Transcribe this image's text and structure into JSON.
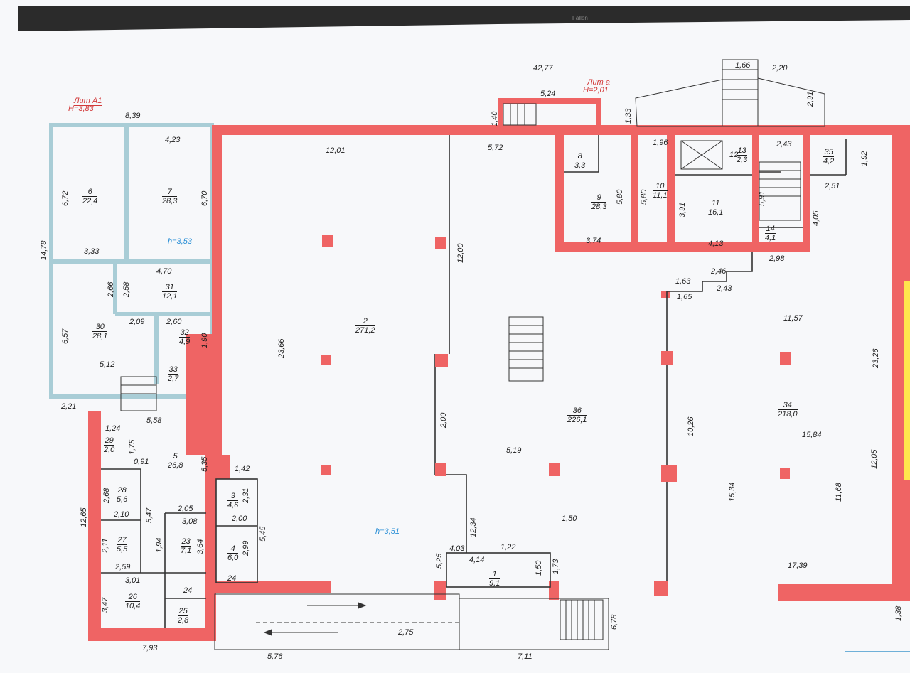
{
  "top_banner_text": "Fallen",
  "heights": {
    "a1": "h=3,53",
    "main": "h=3,51"
  },
  "lit_a1": {
    "name": "Лит А1",
    "h": "H=3,83"
  },
  "lit_a": {
    "name": "Лит а",
    "h": "H=2,01"
  },
  "rooms": [
    {
      "num": "2",
      "area": "271,2"
    },
    {
      "num": "36",
      "area": "226,1"
    },
    {
      "num": "34",
      "area": "218,0"
    },
    {
      "num": "6",
      "area": "22,4"
    },
    {
      "num": "7",
      "area": "28,3"
    },
    {
      "num": "30",
      "area": "28,1"
    },
    {
      "num": "31",
      "area": "12,1"
    },
    {
      "num": "32",
      "area": "4,9"
    },
    {
      "num": "33",
      "area": "2,7"
    },
    {
      "num": "5",
      "area": "26,8"
    },
    {
      "num": "29",
      "area": "2,0"
    },
    {
      "num": "28",
      "area": "5,6"
    },
    {
      "num": "27",
      "area": "5,5"
    },
    {
      "num": "23",
      "area": "7,1"
    },
    {
      "num": "26",
      "area": "10,4"
    },
    {
      "num": "25",
      "area": "2,8"
    },
    {
      "num": "24",
      "area": ""
    },
    {
      "num": "3",
      "area": "4,6"
    },
    {
      "num": "4",
      "area": "6,0"
    },
    {
      "num": "1",
      "area": "9,1"
    },
    {
      "num": "8",
      "area": "3,3"
    },
    {
      "num": "9",
      "area": "28,3"
    },
    {
      "num": "10",
      "area": "11,1"
    },
    {
      "num": "11",
      "area": "16,1"
    },
    {
      "num": "12",
      "area": ""
    },
    {
      "num": "13",
      "area": "2,3"
    },
    {
      "num": "14",
      "area": "4,1"
    },
    {
      "num": "35",
      "area": "4,2"
    }
  ],
  "dims": [
    "42,77",
    "5,24",
    "1,40",
    "1,66",
    "2,20",
    "2,91",
    "1,33",
    "8,39",
    "4,23",
    "12,01",
    "5,72",
    "1,96",
    "2,43",
    "1,92",
    "6,72",
    "6,70",
    "14,78",
    "3,33",
    "5,80",
    "5,80",
    "3,74",
    "3,91",
    "5,91",
    "4,13",
    "4,05",
    "2,51",
    "2,98",
    "4,70",
    "2,66",
    "2,58",
    "2,09",
    "2,60",
    "1,90",
    "6,57",
    "5,12",
    "2,21",
    "1,63",
    "2,46",
    "1,65",
    "2,43",
    "11,57",
    "23,66",
    "12,00",
    "23,26",
    "5,58",
    "1,24",
    "1,75",
    "0,91",
    "5,35",
    "1,42",
    "2,68",
    "2,10",
    "5,47",
    "2,05",
    "2,31",
    "2,00",
    "5,45",
    "2,59",
    "2,11",
    "3,08",
    "1,94",
    "3,64",
    "3,01",
    "3,47",
    "2,99",
    "12,65",
    "24",
    "2,00",
    "5,19",
    "12,34",
    "4,03",
    "1,22",
    "4,14",
    "5,25",
    "1,50",
    "1,73",
    "1,50",
    "10,26",
    "15,34",
    "15,84",
    "12,05",
    "17,39",
    "11,68",
    "2,75",
    "5,76",
    "7,11",
    "7,93",
    "6,78",
    "1,38"
  ]
}
